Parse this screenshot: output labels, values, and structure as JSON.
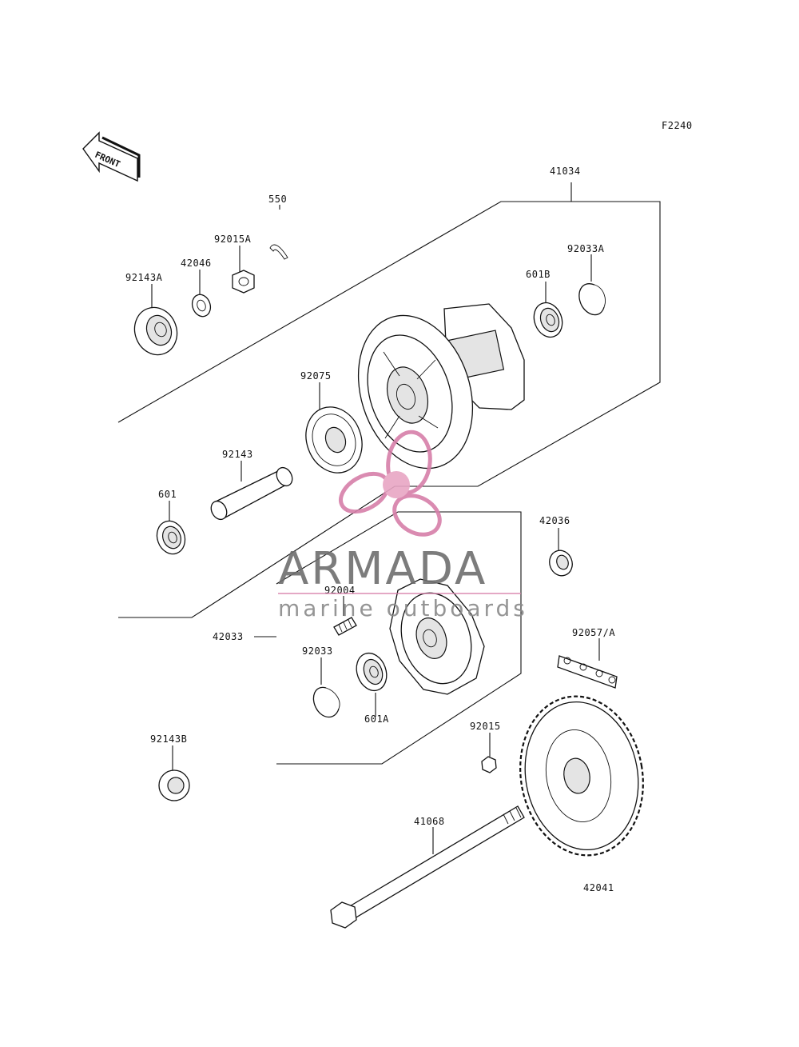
{
  "diagram": {
    "figure_code": "F2240",
    "front_label": "FRONT",
    "parts": [
      {
        "id": "p41034",
        "label": "41034"
      },
      {
        "id": "p550",
        "label": "550"
      },
      {
        "id": "p92015A",
        "label": "92015A"
      },
      {
        "id": "p42046",
        "label": "42046"
      },
      {
        "id": "p92143A",
        "label": "92143A"
      },
      {
        "id": "p92033A",
        "label": "92033A"
      },
      {
        "id": "p601B",
        "label": "601B"
      },
      {
        "id": "p92075",
        "label": "92075"
      },
      {
        "id": "p92143",
        "label": "92143"
      },
      {
        "id": "p601",
        "label": "601"
      },
      {
        "id": "p42036",
        "label": "42036"
      },
      {
        "id": "p92004",
        "label": "92004"
      },
      {
        "id": "p42033",
        "label": "42033"
      },
      {
        "id": "p92033",
        "label": "92033"
      },
      {
        "id": "p92057A",
        "label": "92057/A"
      },
      {
        "id": "p601A",
        "label": "601A"
      },
      {
        "id": "p92015",
        "label": "92015"
      },
      {
        "id": "p92143B",
        "label": "92143B"
      },
      {
        "id": "p41068",
        "label": "41068"
      },
      {
        "id": "p42041",
        "label": "42041"
      }
    ]
  },
  "watermark": {
    "brand": "ARMADA",
    "tagline": "marine outboards",
    "logo_icon": "propeller-icon",
    "colors": {
      "pink": "#e8a6c4",
      "pink_dark": "#d77fa9",
      "text": "#6e6e6e"
    }
  }
}
